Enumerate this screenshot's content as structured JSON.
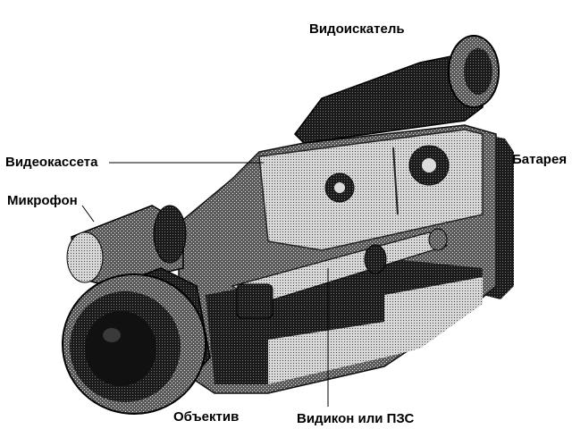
{
  "labels": {
    "viewfinder": "Видоискатель",
    "cassette": "Видеокассета",
    "battery": "Батарея",
    "microphone": "Микрофон",
    "lens": "Объектив",
    "sensor": "Видикон или ПЗС"
  },
  "colors": {
    "background": "#ffffff",
    "body_dark": "#1a1a1a",
    "body_mid": "#6b6b6b",
    "body_light": "#cfcfcf",
    "leader_line": "#000000"
  }
}
